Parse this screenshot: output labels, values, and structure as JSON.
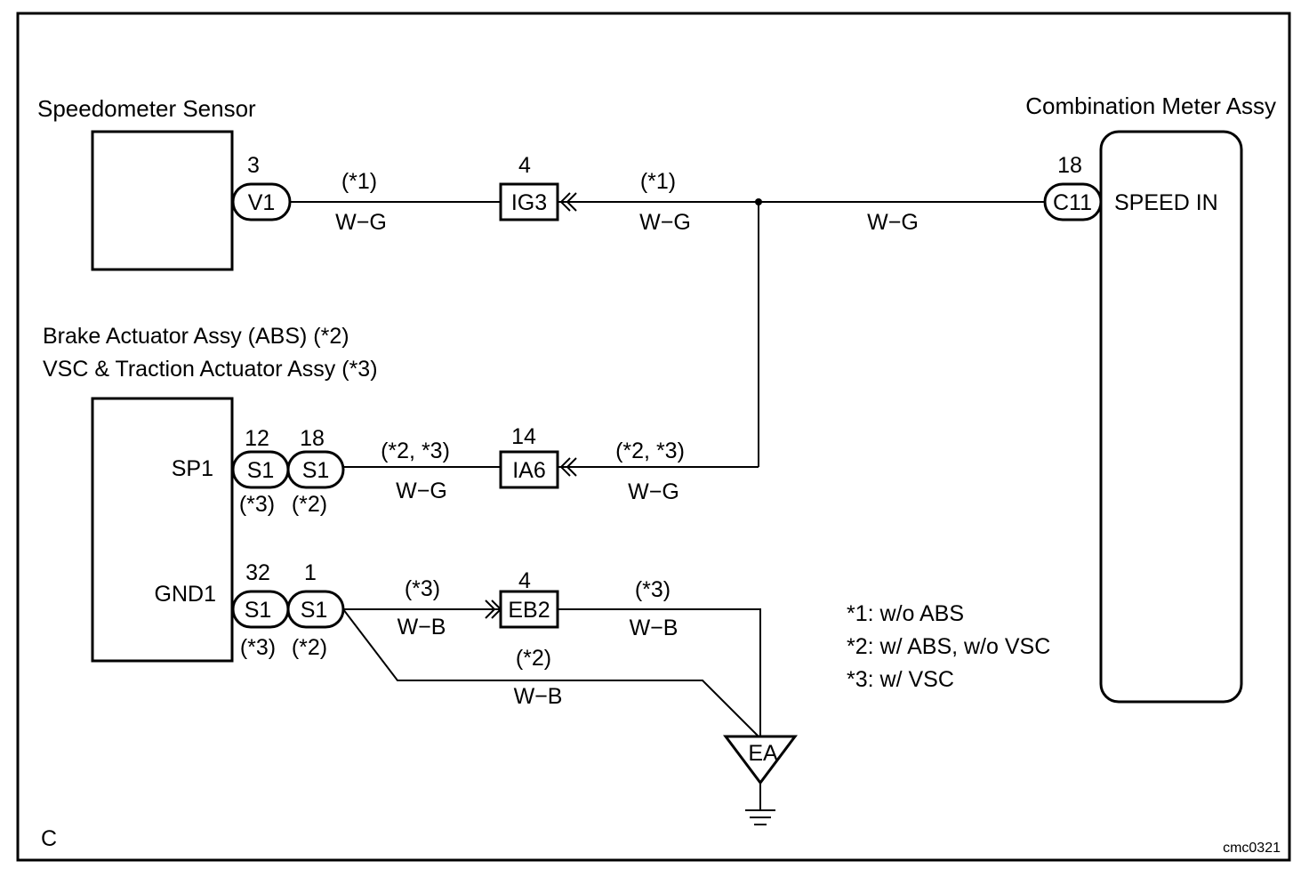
{
  "components": {
    "speedometer_sensor": "Speedometer Sensor",
    "combination_meter": "Combination Meter Assy",
    "brake_actuator_line1": "Brake Actuator Assy (ABS) (*2)",
    "brake_actuator_line2": "VSC & Traction Actuator Assy (*3)"
  },
  "terminals": {
    "speed_in": "SPEED IN",
    "sp1": "SP1",
    "gnd1": "GND1"
  },
  "connectors": {
    "v1": {
      "code": "V1",
      "pin": "3"
    },
    "ig3": {
      "code": "IG3",
      "pin": "4"
    },
    "c11": {
      "code": "C11",
      "pin": "18"
    },
    "s1_sp1_vsc": {
      "code": "S1",
      "pin": "12",
      "note": "(*3)"
    },
    "s1_sp1_abs": {
      "code": "S1",
      "pin": "18",
      "note": "(*2)"
    },
    "ia6": {
      "code": "IA6",
      "pin": "14"
    },
    "s1_gnd_vsc": {
      "code": "S1",
      "pin": "32",
      "note": "(*3)"
    },
    "s1_gnd_abs": {
      "code": "S1",
      "pin": "1",
      "note": "(*2)"
    },
    "eb2": {
      "code": "EB2",
      "pin": "4"
    }
  },
  "ground": {
    "code": "EA"
  },
  "wires": {
    "v1_ig3": {
      "note": "(*1)",
      "color": "W−G"
    },
    "ig3_junction": {
      "note": "(*1)",
      "color": "W−G"
    },
    "junction_c11": {
      "color": "W−G"
    },
    "s1_ia6": {
      "note": "(*2, *3)",
      "color": "W−G"
    },
    "ia6_junction": {
      "note": "(*2, *3)",
      "color": "W−G"
    },
    "s1_eb2": {
      "note": "(*3)",
      "color": "W−B"
    },
    "eb2_ground": {
      "note": "(*3)",
      "color": "W−B"
    },
    "s1_ground": {
      "note": "(*2)",
      "color": "W−B"
    }
  },
  "legend": [
    "*1: w/o ABS",
    "*2: w/ ABS, w/o VSC",
    "*3: w/ VSC"
  ],
  "corner_letter": "C",
  "figure_code": "cmc0321"
}
